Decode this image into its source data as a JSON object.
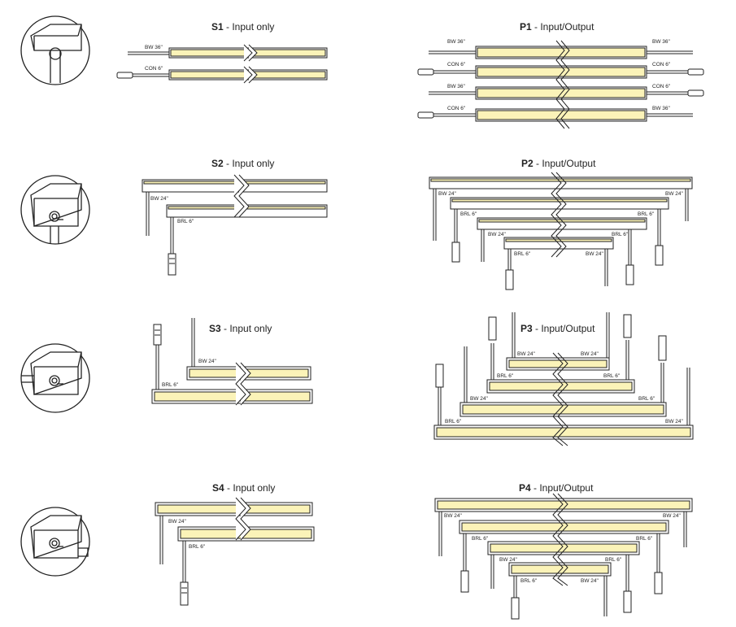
{
  "colors": {
    "fill": "#fbf3b8",
    "stroke": "#222222",
    "background": "#ffffff"
  },
  "sections": [
    {
      "id": "S1",
      "title_code": "S1",
      "title_text": " - Input only"
    },
    {
      "id": "P1",
      "title_code": "P1",
      "title_text": " - Input/Output"
    },
    {
      "id": "S2",
      "title_code": "S2",
      "title_text": " - Input only"
    },
    {
      "id": "P2",
      "title_code": "P2",
      "title_text": " - Input/Output"
    },
    {
      "id": "S3",
      "title_code": "S3",
      "title_text": " - Input only"
    },
    {
      "id": "P3",
      "title_code": "P3",
      "title_text": " - Input/Output"
    },
    {
      "id": "S4",
      "title_code": "S4",
      "title_text": " - Input only"
    },
    {
      "id": "P4",
      "title_code": "P4",
      "title_text": " - Input/Output"
    }
  ],
  "labels": {
    "bw36": "BW 36\"",
    "con6": "CON 6\"",
    "bw24": "BW 24\"",
    "brl6": "BRL 6\""
  },
  "icons": [
    "profile-cable-icon",
    "profile-connector-icon",
    "profile-side-connector-icon",
    "profile-bottom-connector-icon"
  ]
}
